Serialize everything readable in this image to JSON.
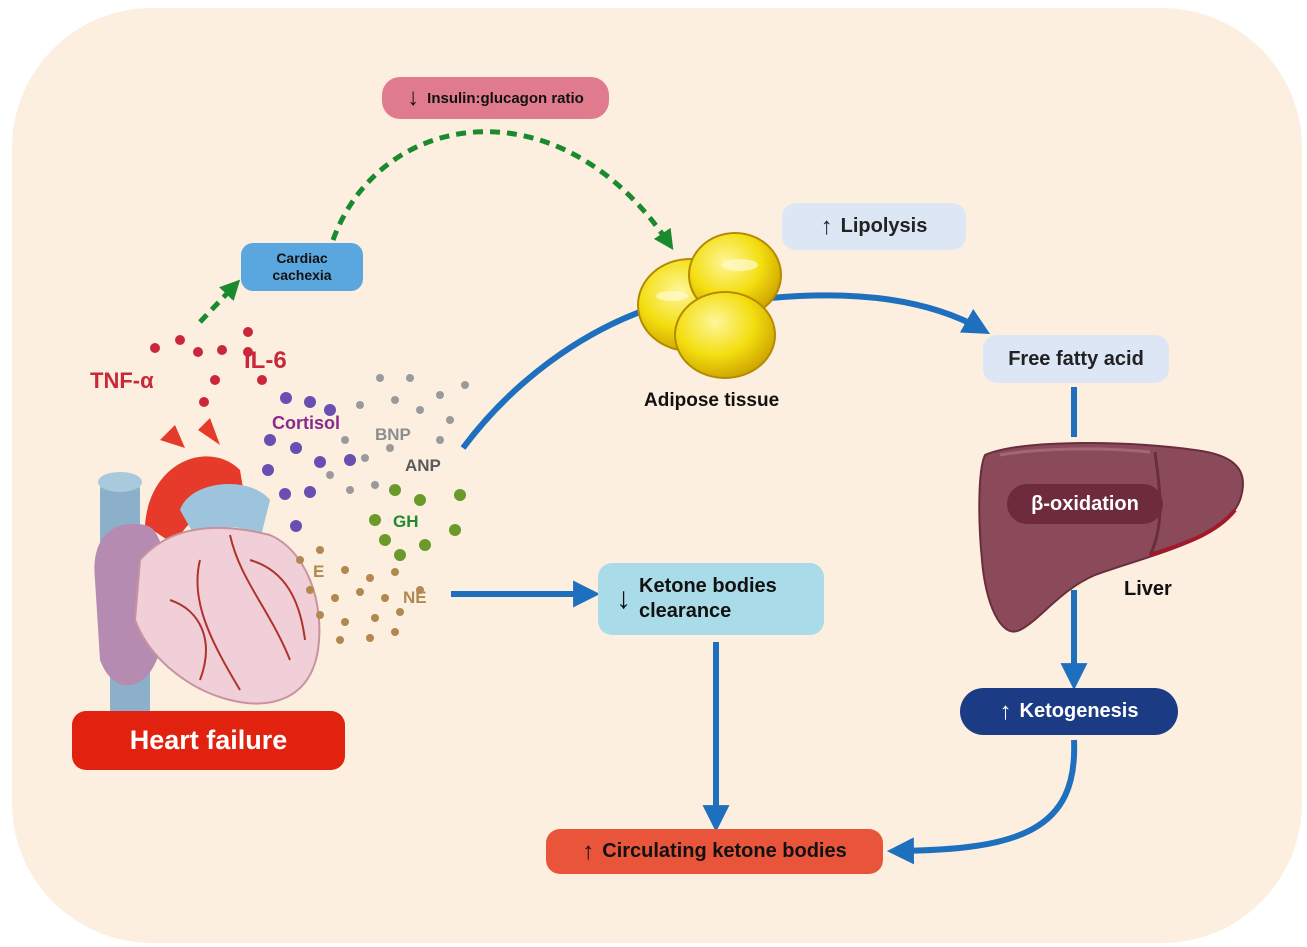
{
  "boxes": {
    "insulin": "Insulin:glucagon ratio",
    "cachexia": "Cardiac cachexia",
    "lipolysis": "Lipolysis",
    "ffa": "Free fatty acid",
    "beta": "β-oxidation",
    "ketone_clearance": "Ketone bodies clearance",
    "ketogenesis": "Ketogenesis",
    "circulating": "Circulating ketone bodies",
    "heart_failure": "Heart failure"
  },
  "labels": {
    "adipose": "Adipose tissue",
    "liver": "Liver",
    "tnf": "TNF-α",
    "il6": "IL-6",
    "cortisol": "Cortisol",
    "bnp": "BNP",
    "anp": "ANP",
    "gh": "GH",
    "e": "E",
    "ne": "NE"
  },
  "colors": {
    "background": "#fcefdf",
    "flow_arrow": "#1f6fbf",
    "dashed_arrow": "#1a8a2e",
    "heart_failure_box": "#e0220f",
    "ketogenesis_box": "#1b3c84",
    "circulating_box": "#e8553b",
    "insulin_box": "#e07b8d",
    "cachexia_box": "#5aa7df"
  }
}
